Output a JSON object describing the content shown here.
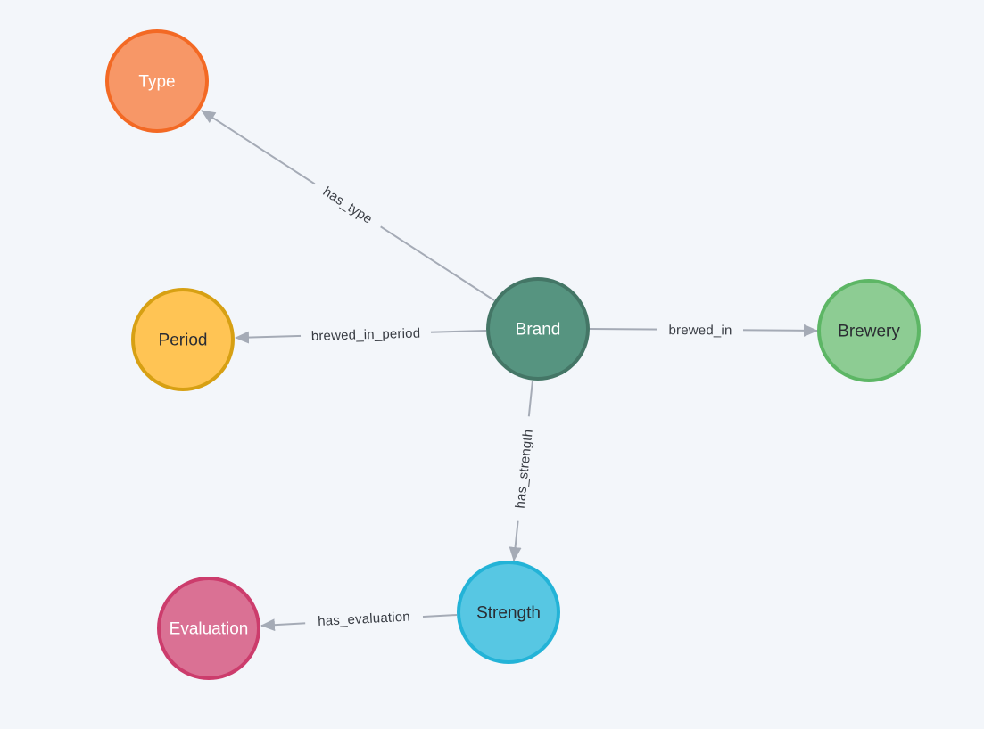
{
  "canvas": {
    "background": "#F3F6FA",
    "edge_color": "#A5ABB6",
    "edge_label_color": "#383C43"
  },
  "nodes": [
    {
      "id": "type",
      "label": "Type",
      "fill": "#F79767",
      "stroke": "#F36924",
      "text_color": "#FFFFFF"
    },
    {
      "id": "period",
      "label": "Period",
      "fill": "#FFC454",
      "stroke": "#D7A013",
      "text_color": "#2B2D33"
    },
    {
      "id": "brand",
      "label": "Brand",
      "fill": "#569480",
      "stroke": "#447666",
      "text_color": "#FFFFFF"
    },
    {
      "id": "brewery",
      "label": "Brewery",
      "fill": "#8DCC93",
      "stroke": "#5DB665",
      "text_color": "#2B2D33"
    },
    {
      "id": "strength",
      "label": "Strength",
      "fill": "#57C7E3",
      "stroke": "#23B3D7",
      "text_color": "#2B2D33"
    },
    {
      "id": "evaluation",
      "label": "Evaluation",
      "fill": "#DA7194",
      "stroke": "#CC3C6C",
      "text_color": "#FFFFFF"
    }
  ],
  "edges": [
    {
      "label": "has_type",
      "from": "Brand",
      "to": "Type"
    },
    {
      "label": "brewed_in_period",
      "from": "Brand",
      "to": "Period"
    },
    {
      "label": "brewed_in",
      "from": "Brand",
      "to": "Brewery"
    },
    {
      "label": "has_strength",
      "from": "Brand",
      "to": "Strength"
    },
    {
      "label": "has_evaluation",
      "from": "Strength",
      "to": "Evaluation"
    }
  ]
}
